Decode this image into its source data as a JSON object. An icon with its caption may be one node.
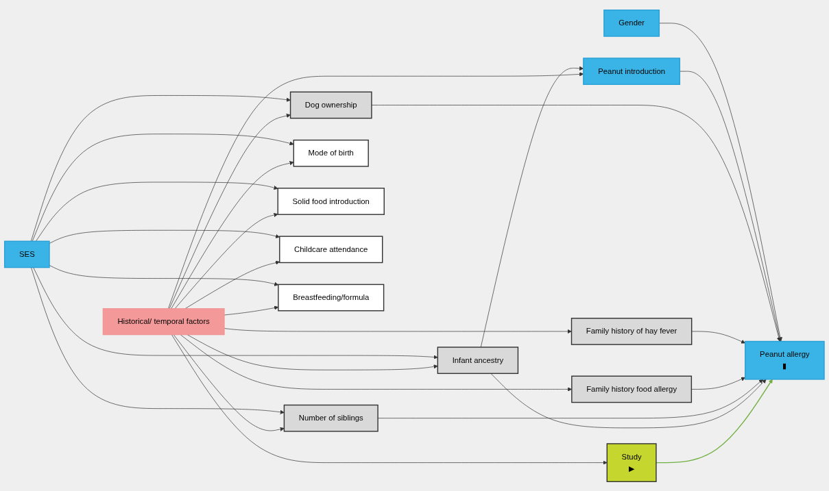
{
  "diagram": {
    "nodes": [
      {
        "text": [
          "Study",
          "▶"
        ]
      },
      {
        "text": [
          "Infant ancestry"
        ]
      },
      {
        "text": [
          "Number of siblings"
        ]
      },
      {
        "text": [
          "Historical/ temporal factors"
        ]
      },
      {
        "text": [
          "Peanut allergy",
          "▮"
        ]
      },
      {
        "text": [
          "Family history food allergy"
        ]
      },
      {
        "text": [
          "Family history of hay fever"
        ]
      },
      {
        "text": [
          "Mode of birth"
        ]
      },
      {
        "text": [
          "Dog ownership"
        ]
      },
      {
        "text": [
          "Solid food introduction"
        ]
      },
      {
        "text": [
          "Childcare attendance"
        ]
      },
      {
        "text": [
          "Peanut introduction"
        ]
      },
      {
        "text": [
          "Gender"
        ]
      },
      {
        "text": [
          "Breastfeeding/formula"
        ]
      },
      {
        "text": [
          "SES"
        ]
      }
    ],
    "edges": [
      {
        "from": 3,
        "to": 0,
        "arrow": "to"
      },
      {
        "from": 3,
        "to": 1,
        "arrow": "to"
      },
      {
        "from": 3,
        "to": 2,
        "arrow": "to"
      },
      {
        "from": 3,
        "to": 5,
        "arrow": "to"
      },
      {
        "from": 3,
        "to": 6,
        "arrow": "to"
      },
      {
        "from": 3,
        "to": 8,
        "arrow": "to"
      },
      {
        "from": 3,
        "to": 11,
        "arrow": "to"
      },
      {
        "from": 3,
        "to": 7,
        "arrow": "to"
      },
      {
        "from": 3,
        "to": 9,
        "arrow": "to"
      },
      {
        "from": 3,
        "to": 10,
        "arrow": "to"
      },
      {
        "from": 3,
        "to": 13,
        "arrow": "to"
      },
      {
        "from": 0,
        "to": 4,
        "arrow": "to",
        "color": "#70b040"
      },
      {
        "from": 1,
        "to": 4,
        "arrow": "to"
      },
      {
        "from": 1,
        "to": 11,
        "arrow": "to"
      },
      {
        "from": 2,
        "to": 4,
        "arrow": "to"
      },
      {
        "from": 5,
        "to": 4,
        "arrow": "to"
      },
      {
        "from": 6,
        "to": 4,
        "arrow": "to"
      },
      {
        "from": 8,
        "to": 4,
        "arrow": "to"
      },
      {
        "from": 11,
        "to": 4,
        "arrow": "to"
      },
      {
        "from": 12,
        "to": 4,
        "arrow": "to"
      },
      {
        "from": 14,
        "to": 13,
        "arrow": "to"
      },
      {
        "from": 14,
        "to": 10,
        "arrow": "to"
      },
      {
        "from": 14,
        "to": 9,
        "arrow": "to"
      },
      {
        "from": 14,
        "to": 7,
        "arrow": "to"
      },
      {
        "from": 14,
        "to": 8,
        "arrow": "to"
      },
      {
        "from": 14,
        "to": 1,
        "arrow": "to"
      },
      {
        "from": 14,
        "to": 2,
        "arrow": "to"
      }
    ]
  }
}
